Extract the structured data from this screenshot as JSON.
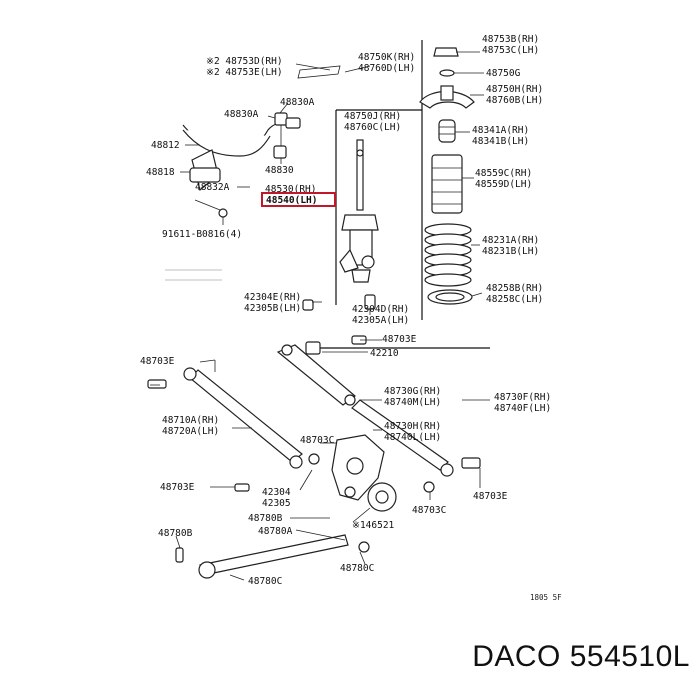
{
  "labels": {
    "l_48753D": "※2 48753D(RH)",
    "l_48753E": "※2 48753E(LH)",
    "l_48750K": "48750K(RH)",
    "l_48760D": "48760D(LH)",
    "l_48753B": "48753B(RH)",
    "l_48753C": "48753C(LH)",
    "l_48750G": "48750G",
    "l_48750H": "48750H(RH)",
    "l_48760B": "48760B(LH)",
    "l_48830A_top": "48830A",
    "l_48830A_left": "48830A",
    "l_48750J": "48750J(RH)",
    "l_48760C": "48760C(LH)",
    "l_48341A": "48341A(RH)",
    "l_48341B": "48341B(LH)",
    "l_48812": "48812",
    "l_48830": "48830",
    "l_48559C": "48559C(RH)",
    "l_48559D": "48559D(LH)",
    "l_48818": "48818",
    "l_48832A": "48832A",
    "l_48530": "48530(RH)",
    "l_48540": "48540(LH)",
    "l_91611": "91611-B0816(4)",
    "l_48231A": "48231A(RH)",
    "l_48231B": "48231B(LH)",
    "l_48258B": "48258B(RH)",
    "l_48258C": "48258C(LH)",
    "l_42304E": "42304E(RH)",
    "l_42305B": "42305B(LH)",
    "l_42304D": "42304D(RH)",
    "l_42305A": "42305A(LH)",
    "l_48703E_mid": "48703E",
    "l_42210": "42210",
    "l_48703E_left": "48703E",
    "l_48730G": "48730G(RH)",
    "l_48740M": "48740M(LH)",
    "l_48730F": "48730F(RH)",
    "l_48740F": "48740F(LH)",
    "l_48710A": "48710A(RH)",
    "l_48720A": "48720A(LH)",
    "l_48730H": "48730H(RH)",
    "l_48740L": "48740L(LH)",
    "l_48703C_top": "48703C",
    "l_48703E_b1": "48703E",
    "l_42304_b": "42304",
    "l_42305_b": "42305",
    "l_48703E_b2": "48703E",
    "l_48780B_a": "48780B",
    "l_48780A": "48780A",
    "l_146521": "※146521",
    "l_48703C_b": "48703C",
    "l_48780B_b": "48780B",
    "l_48780C_a": "48780C",
    "l_48780C_b": "48780C"
  },
  "diagram_code": "1805 5F",
  "watermark": {
    "brand": "DACO",
    "part_number": "554510L",
    "text": "DACO 554510L"
  },
  "highlight_color": "#c0182a"
}
